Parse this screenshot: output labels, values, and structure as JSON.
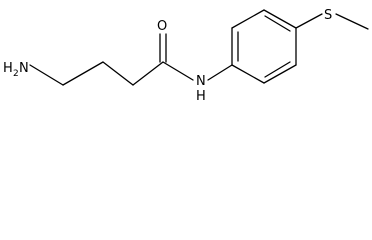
{
  "structure": {
    "atoms": {
      "nh2": {
        "element": "H",
        "subscript": "2",
        "prefix": "N"
      },
      "oxygen": "O",
      "amide_n": "N",
      "amide_h": "H",
      "sulfur": "S"
    }
  }
}
